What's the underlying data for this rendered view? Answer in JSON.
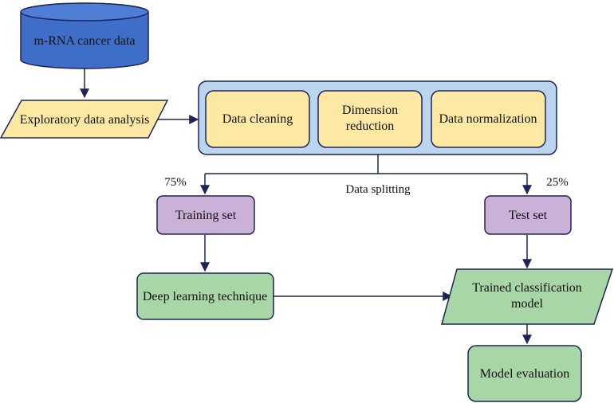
{
  "nodes": {
    "mrna": "m-RNA cancer data",
    "eda": "Exploratory data analysis",
    "cleaning": "Data cleaning",
    "dimension_line1": "Dimension",
    "dimension_line2": "reduction",
    "normalization": "Data normalization",
    "training": "Training set",
    "test": "Test set",
    "deep": "Deep learning technique",
    "trained_line1": "Trained classification",
    "trained_line2": "model",
    "evaluation": "Model evaluation"
  },
  "edges": {
    "split": "Data splitting",
    "train_pct": "75%",
    "test_pct": "25%"
  },
  "colors": {
    "cylinder": "#3f6ec8",
    "yellow": "#fde8a4",
    "group_bg": "#bcd5ef",
    "purple": "#c9b1d8",
    "green": "#a9d6a6",
    "stroke": "#1e2457"
  }
}
